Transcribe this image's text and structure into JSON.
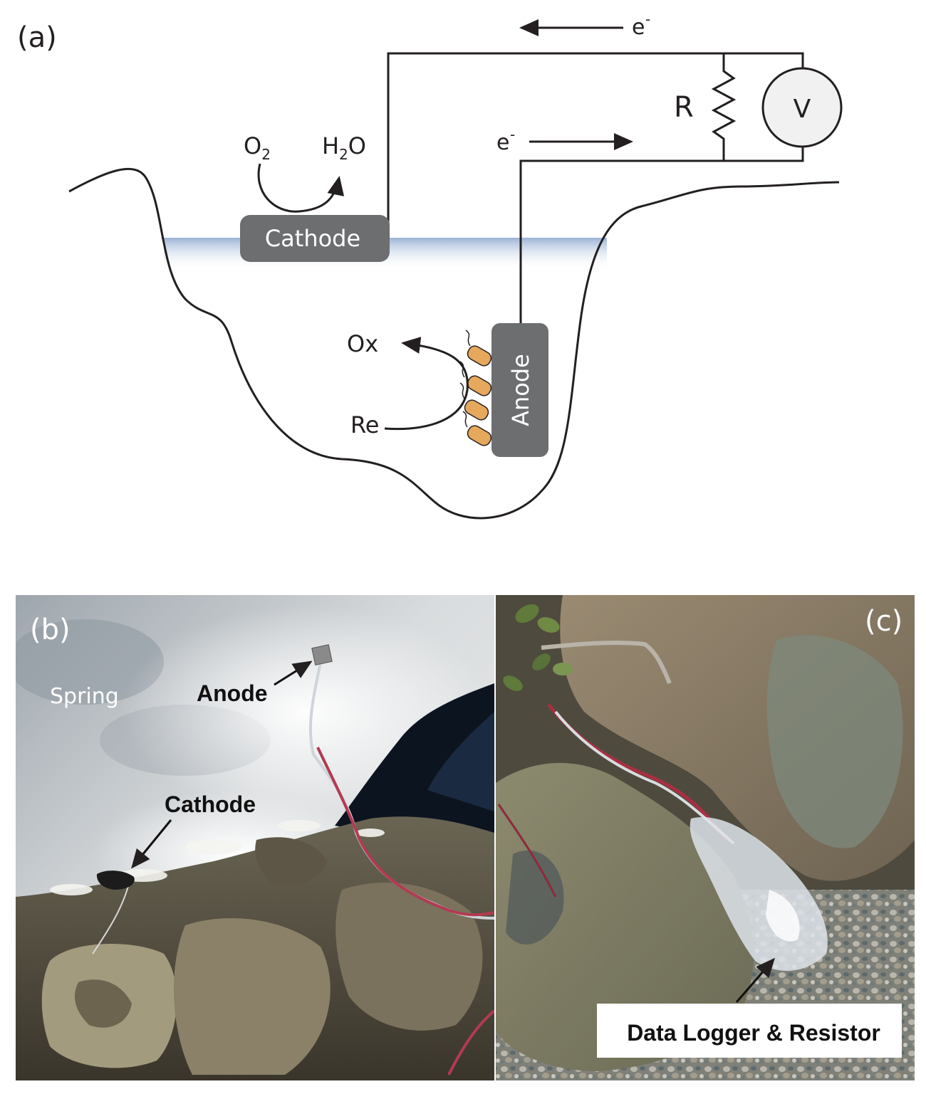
{
  "panel_a": {
    "label": "(a)",
    "electron_top": "e",
    "electron_mid": "e",
    "electron_sup": "-",
    "resistor": "R",
    "voltmeter": "V",
    "o2_main": "O",
    "o2_sub": "2",
    "h2o_h": "H",
    "h2o_sub": "2",
    "h2o_o": "O",
    "cathode": "Cathode",
    "anode": "Anode",
    "ox": "Ox",
    "re": "Re"
  },
  "panel_b": {
    "label": "(b)",
    "spring": "Spring",
    "anode": "Anode",
    "cathode": "Cathode"
  },
  "panel_c": {
    "label": "(c)",
    "caption": "Data Logger & Resistor"
  },
  "colors": {
    "line": "#231f20",
    "electrode": "#6d6e70",
    "bacteria": "#e6a85c",
    "water": "#9fb6d6",
    "voltmeter_fill": "#f1f1f2"
  }
}
